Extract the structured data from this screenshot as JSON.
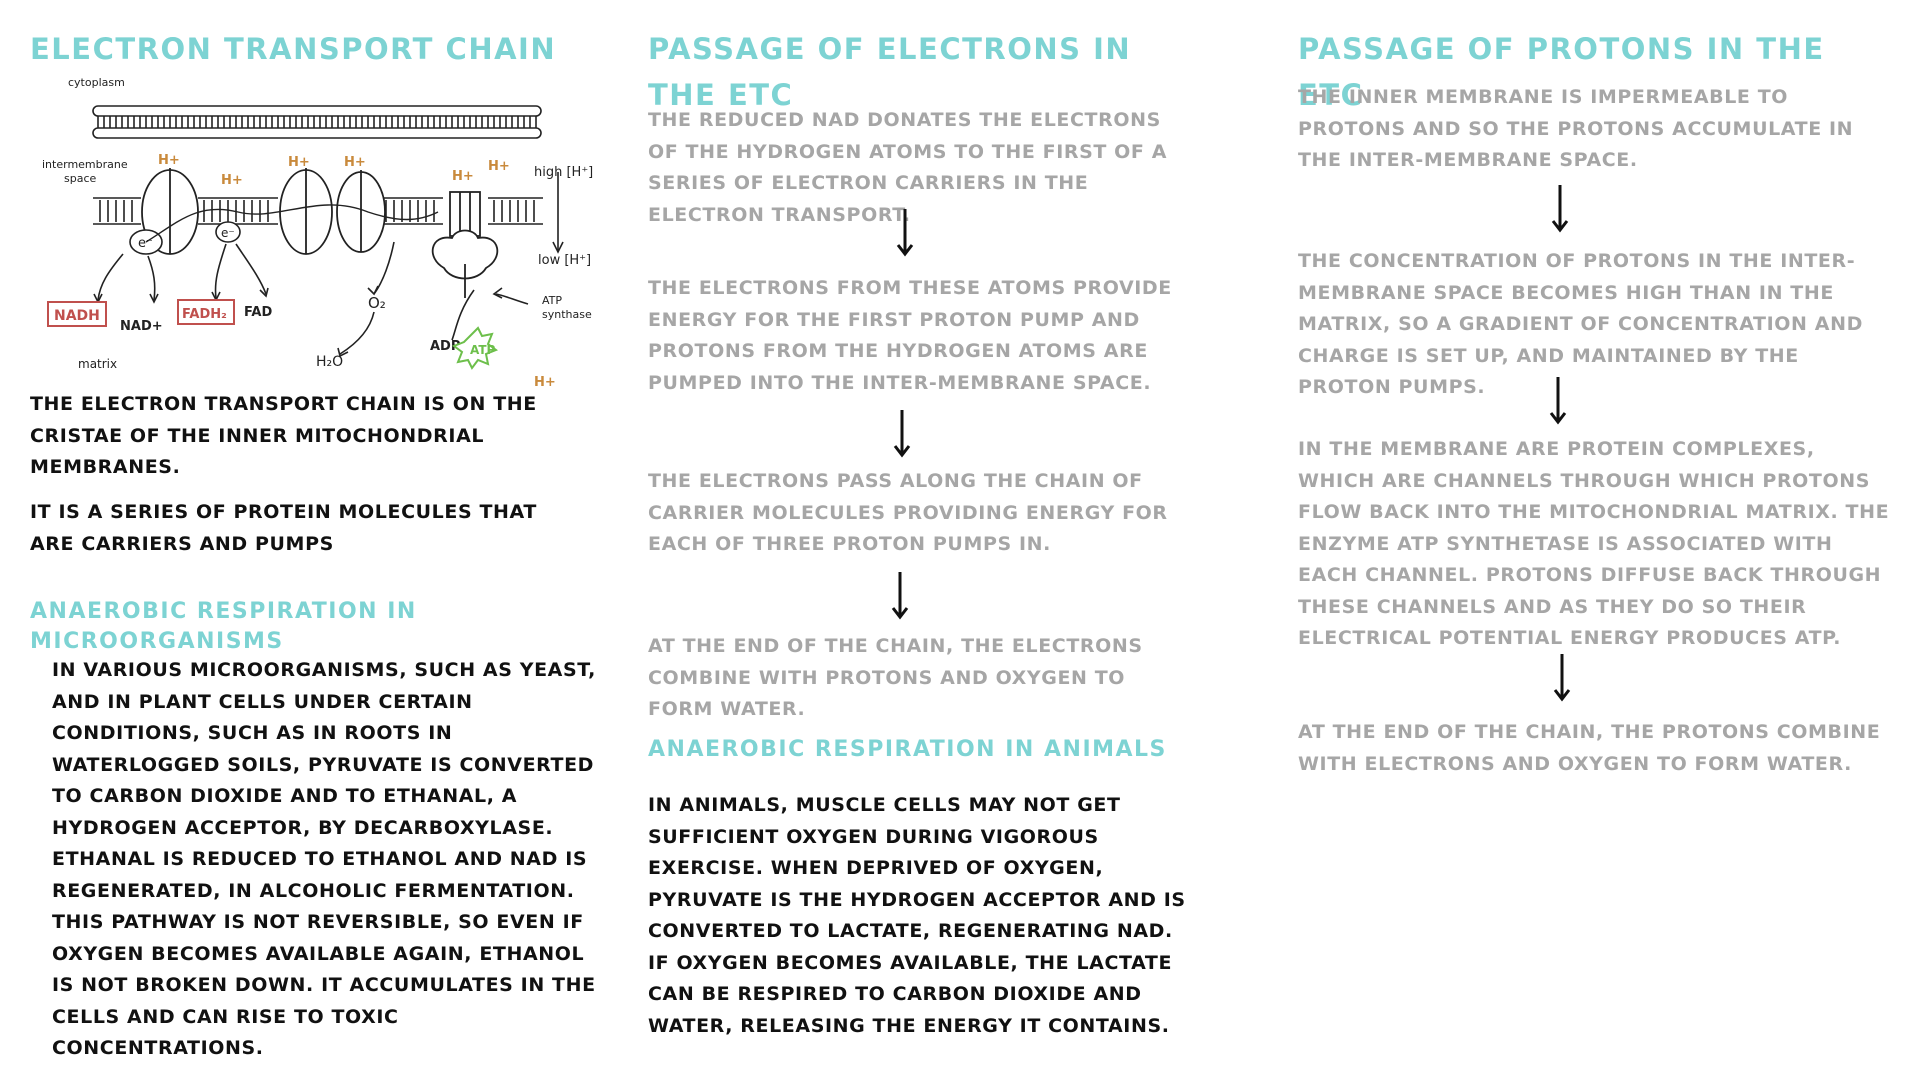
{
  "col1": {
    "heading": "ELECTRON TRANSPORT CHAIN",
    "diagram": {
      "cytoplasm": "cytoplasm",
      "intermembrane": "intermembrane",
      "space": "space",
      "high": "high [H⁺]",
      "low": "low [H⁺]",
      "matrix": "matrix",
      "nadh": "NADH",
      "nad": "NAD+",
      "fadh2": "FADH₂",
      "fad": "FAD",
      "o2": "O₂",
      "h2o": "H₂O",
      "adp": "ADP",
      "atp": "ATP",
      "atp_synthase_1": "ATP",
      "atp_synthase_2": "synthase",
      "h_plus": "H+",
      "e_minus": "e⁻"
    },
    "para1": "THE ELECTRON TRANSPORT CHAIN IS ON THE CRISTAE OF THE INNER MITOCHONDRIAL MEMBRANES.",
    "para2": "IT IS A SERIES OF PROTEIN MOLECULES THAT ARE CARRIERS AND PUMPS",
    "subheading": "ANAEROBIC RESPIRATION IN MICROORGANISMS",
    "para3": "IN VARIOUS MICROORGANISMS, SUCH AS YEAST, AND IN PLANT CELLS UNDER CERTAIN CONDITIONS, SUCH AS IN ROOTS IN WATERLOGGED SOILS, PYRUVATE IS CONVERTED TO CARBON DIOXIDE AND TO ETHANAL, A HYDROGEN ACCEPTOR, BY DECARBOXYLASE. ETHANAL IS REDUCED TO ETHANOL AND NAD IS REGENERATED, IN ALCOHOLIC FERMENTATION. THIS PATHWAY IS NOT REVERSIBLE, SO EVEN IF OXYGEN BECOMES AVAILABLE AGAIN, ETHANOL IS NOT BROKEN DOWN. IT ACCUMULATES IN THE CELLS AND CAN RISE TO TOXIC CONCENTRATIONS."
  },
  "col2": {
    "heading": "PASSAGE OF ELECTRONS IN THE ETC",
    "step1": "THE REDUCED NAD DONATES THE ELECTRONS OF THE HYDROGEN ATOMS TO THE FIRST OF A SERIES OF ELECTRON CARRIERS IN THE ELECTRON TRANSPORT.",
    "step2": "THE ELECTRONS FROM THESE ATOMS PROVIDE ENERGY FOR THE FIRST PROTON PUMP AND PROTONS FROM THE HYDROGEN ATOMS ARE PUMPED INTO THE INTER-MEMBRANE SPACE.",
    "step3": "THE ELECTRONS PASS ALONG THE CHAIN OF CARRIER MOLECULES PROVIDING ENERGY FOR EACH OF THREE PROTON PUMPS IN.",
    "step4": "AT THE END OF THE CHAIN, THE ELECTRONS COMBINE WITH PROTONS AND OXYGEN TO FORM WATER.",
    "subheading": "ANAEROBIC RESPIRATION IN ANIMALS",
    "para": "IN ANIMALS, MUSCLE CELLS MAY NOT GET SUFFICIENT OXYGEN DURING VIGOROUS EXERCISE. WHEN DEPRIVED OF OXYGEN, PYRUVATE IS THE HYDROGEN ACCEPTOR AND IS CONVERTED TO LACTATE, REGENERATING NAD. IF OXYGEN BECOMES AVAILABLE, THE LACTATE CAN BE RESPIRED TO CARBON DIOXIDE AND WATER, RELEASING THE ENERGY IT CONTAINS."
  },
  "col3": {
    "heading": "PASSAGE OF PROTONS IN THE ETC",
    "step1": "THE INNER MEMBRANE IS IMPERMEABLE TO PROTONS AND SO THE PROTONS ACCUMULATE IN THE INTER-MEMBRANE SPACE.",
    "step2": "THE CONCENTRATION OF PROTONS IN THE INTER-MEMBRANE SPACE BECOMES HIGH THAN IN THE MATRIX, SO A GRADIENT OF CONCENTRATION AND CHARGE IS SET UP, AND MAINTAINED BY THE PROTON PUMPS.",
    "step3": "IN THE MEMBRANE ARE PROTEIN COMPLEXES, WHICH ARE CHANNELS THROUGH WHICH PROTONS FLOW BACK INTO THE MITOCHONDRIAL MATRIX. THE ENZYME ATP SYNTHETASE IS ASSOCIATED WITH EACH CHANNEL. PROTONS DIFFUSE BACK THROUGH THESE CHANNELS AND AS THEY DO SO THEIR ELECTRICAL POTENTIAL ENERGY PRODUCES ATP.",
    "step4": "AT THE END OF THE CHAIN, THE PROTONS COMBINE WITH ELECTRONS AND OXYGEN TO FORM WATER."
  },
  "colors": {
    "heading": "#7dd3d3",
    "dark_text": "#111111",
    "grey_text": "#a6a6a6",
    "nadh_box": "#c0504d",
    "h_plus": "#c98a3c",
    "atp": "#6dbf4b"
  }
}
